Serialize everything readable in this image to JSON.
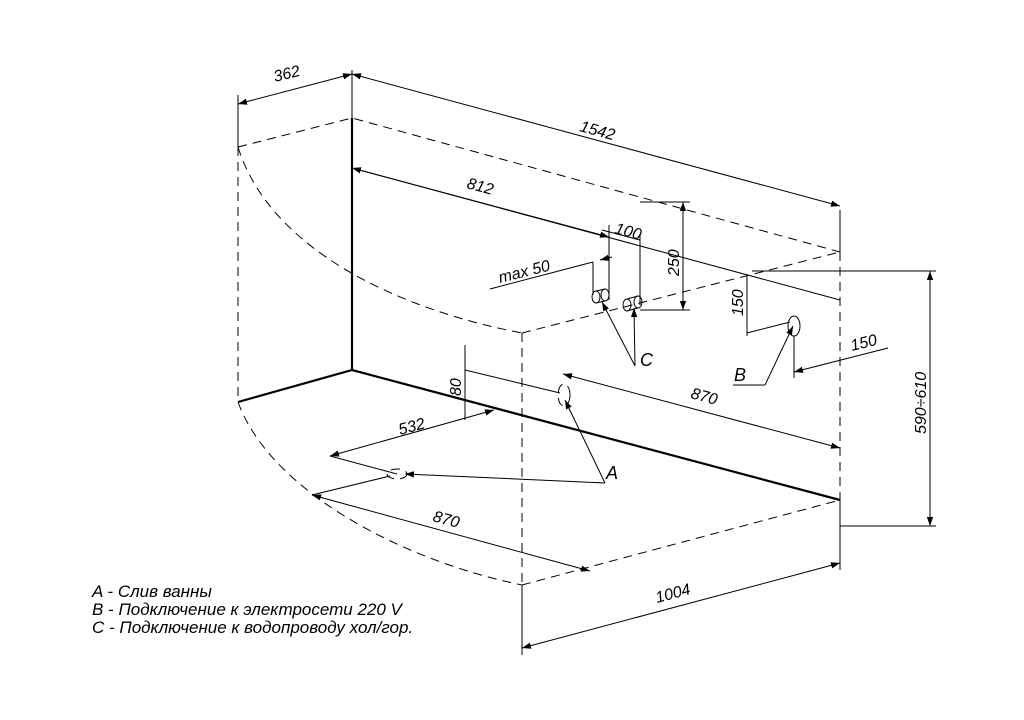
{
  "dimensions": {
    "d362": "362",
    "d1542": "1542",
    "d812": "812",
    "d100": "100",
    "d250": "250",
    "max50": "max  50",
    "d150v": "150",
    "d150h": "150",
    "d590_610": "590÷610",
    "d80": "80",
    "d870_right": "870",
    "d532": "532",
    "d870_left": "870",
    "d1004": "1004"
  },
  "markers": {
    "a": "A",
    "b": "B",
    "c": "C"
  },
  "legend": {
    "a": "A - Слив ванны",
    "b": "B - Подключение к электросети 220 V",
    "c": "C - Подключение к водопроводу хол/гор."
  }
}
